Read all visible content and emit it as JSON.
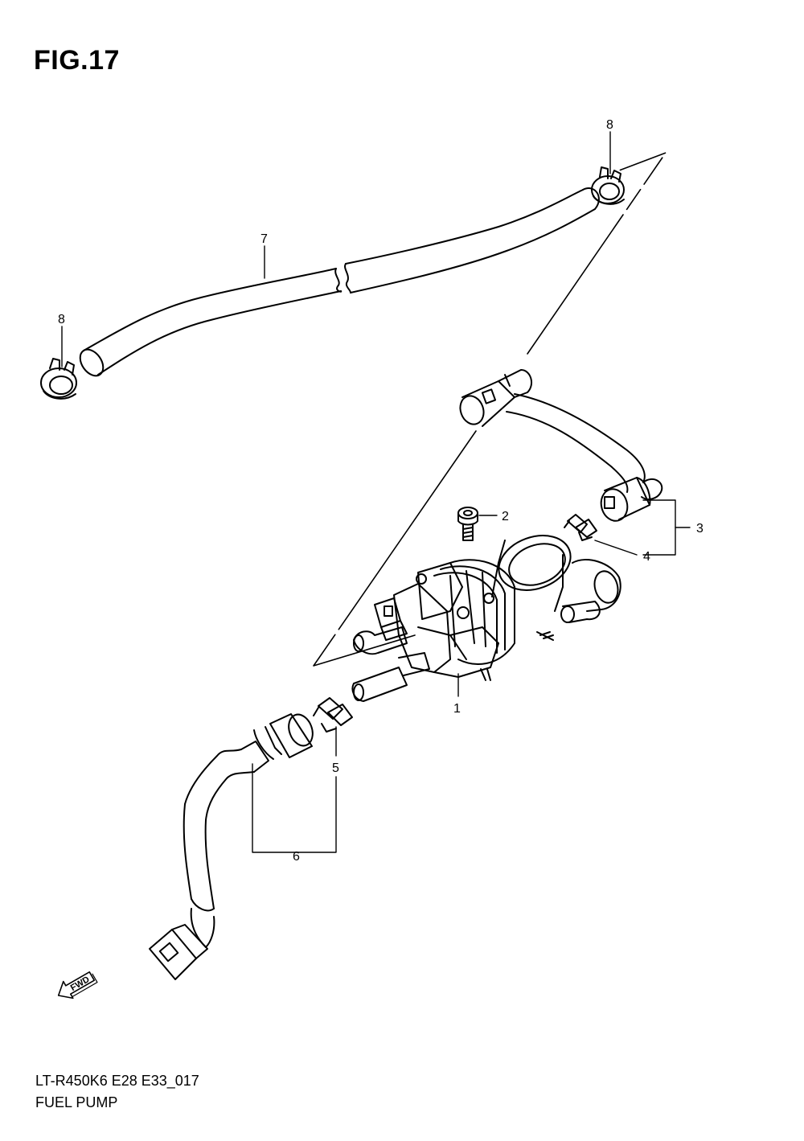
{
  "figure": {
    "title": "FIG.17"
  },
  "callouts": [
    {
      "id": "1",
      "label": "1"
    },
    {
      "id": "2",
      "label": "2"
    },
    {
      "id": "3",
      "label": "3"
    },
    {
      "id": "4",
      "label": "4"
    },
    {
      "id": "5",
      "label": "5"
    },
    {
      "id": "6",
      "label": "6"
    },
    {
      "id": "7",
      "label": "7"
    },
    {
      "id": "8a",
      "label": "8"
    },
    {
      "id": "8b",
      "label": "8"
    }
  ],
  "direction_badge": {
    "label": "FWD",
    "icon": "fwd-arrow-icon"
  },
  "footer": {
    "code": "LT-R450K6 E28 E33_017",
    "name": "FUEL PUMP"
  }
}
